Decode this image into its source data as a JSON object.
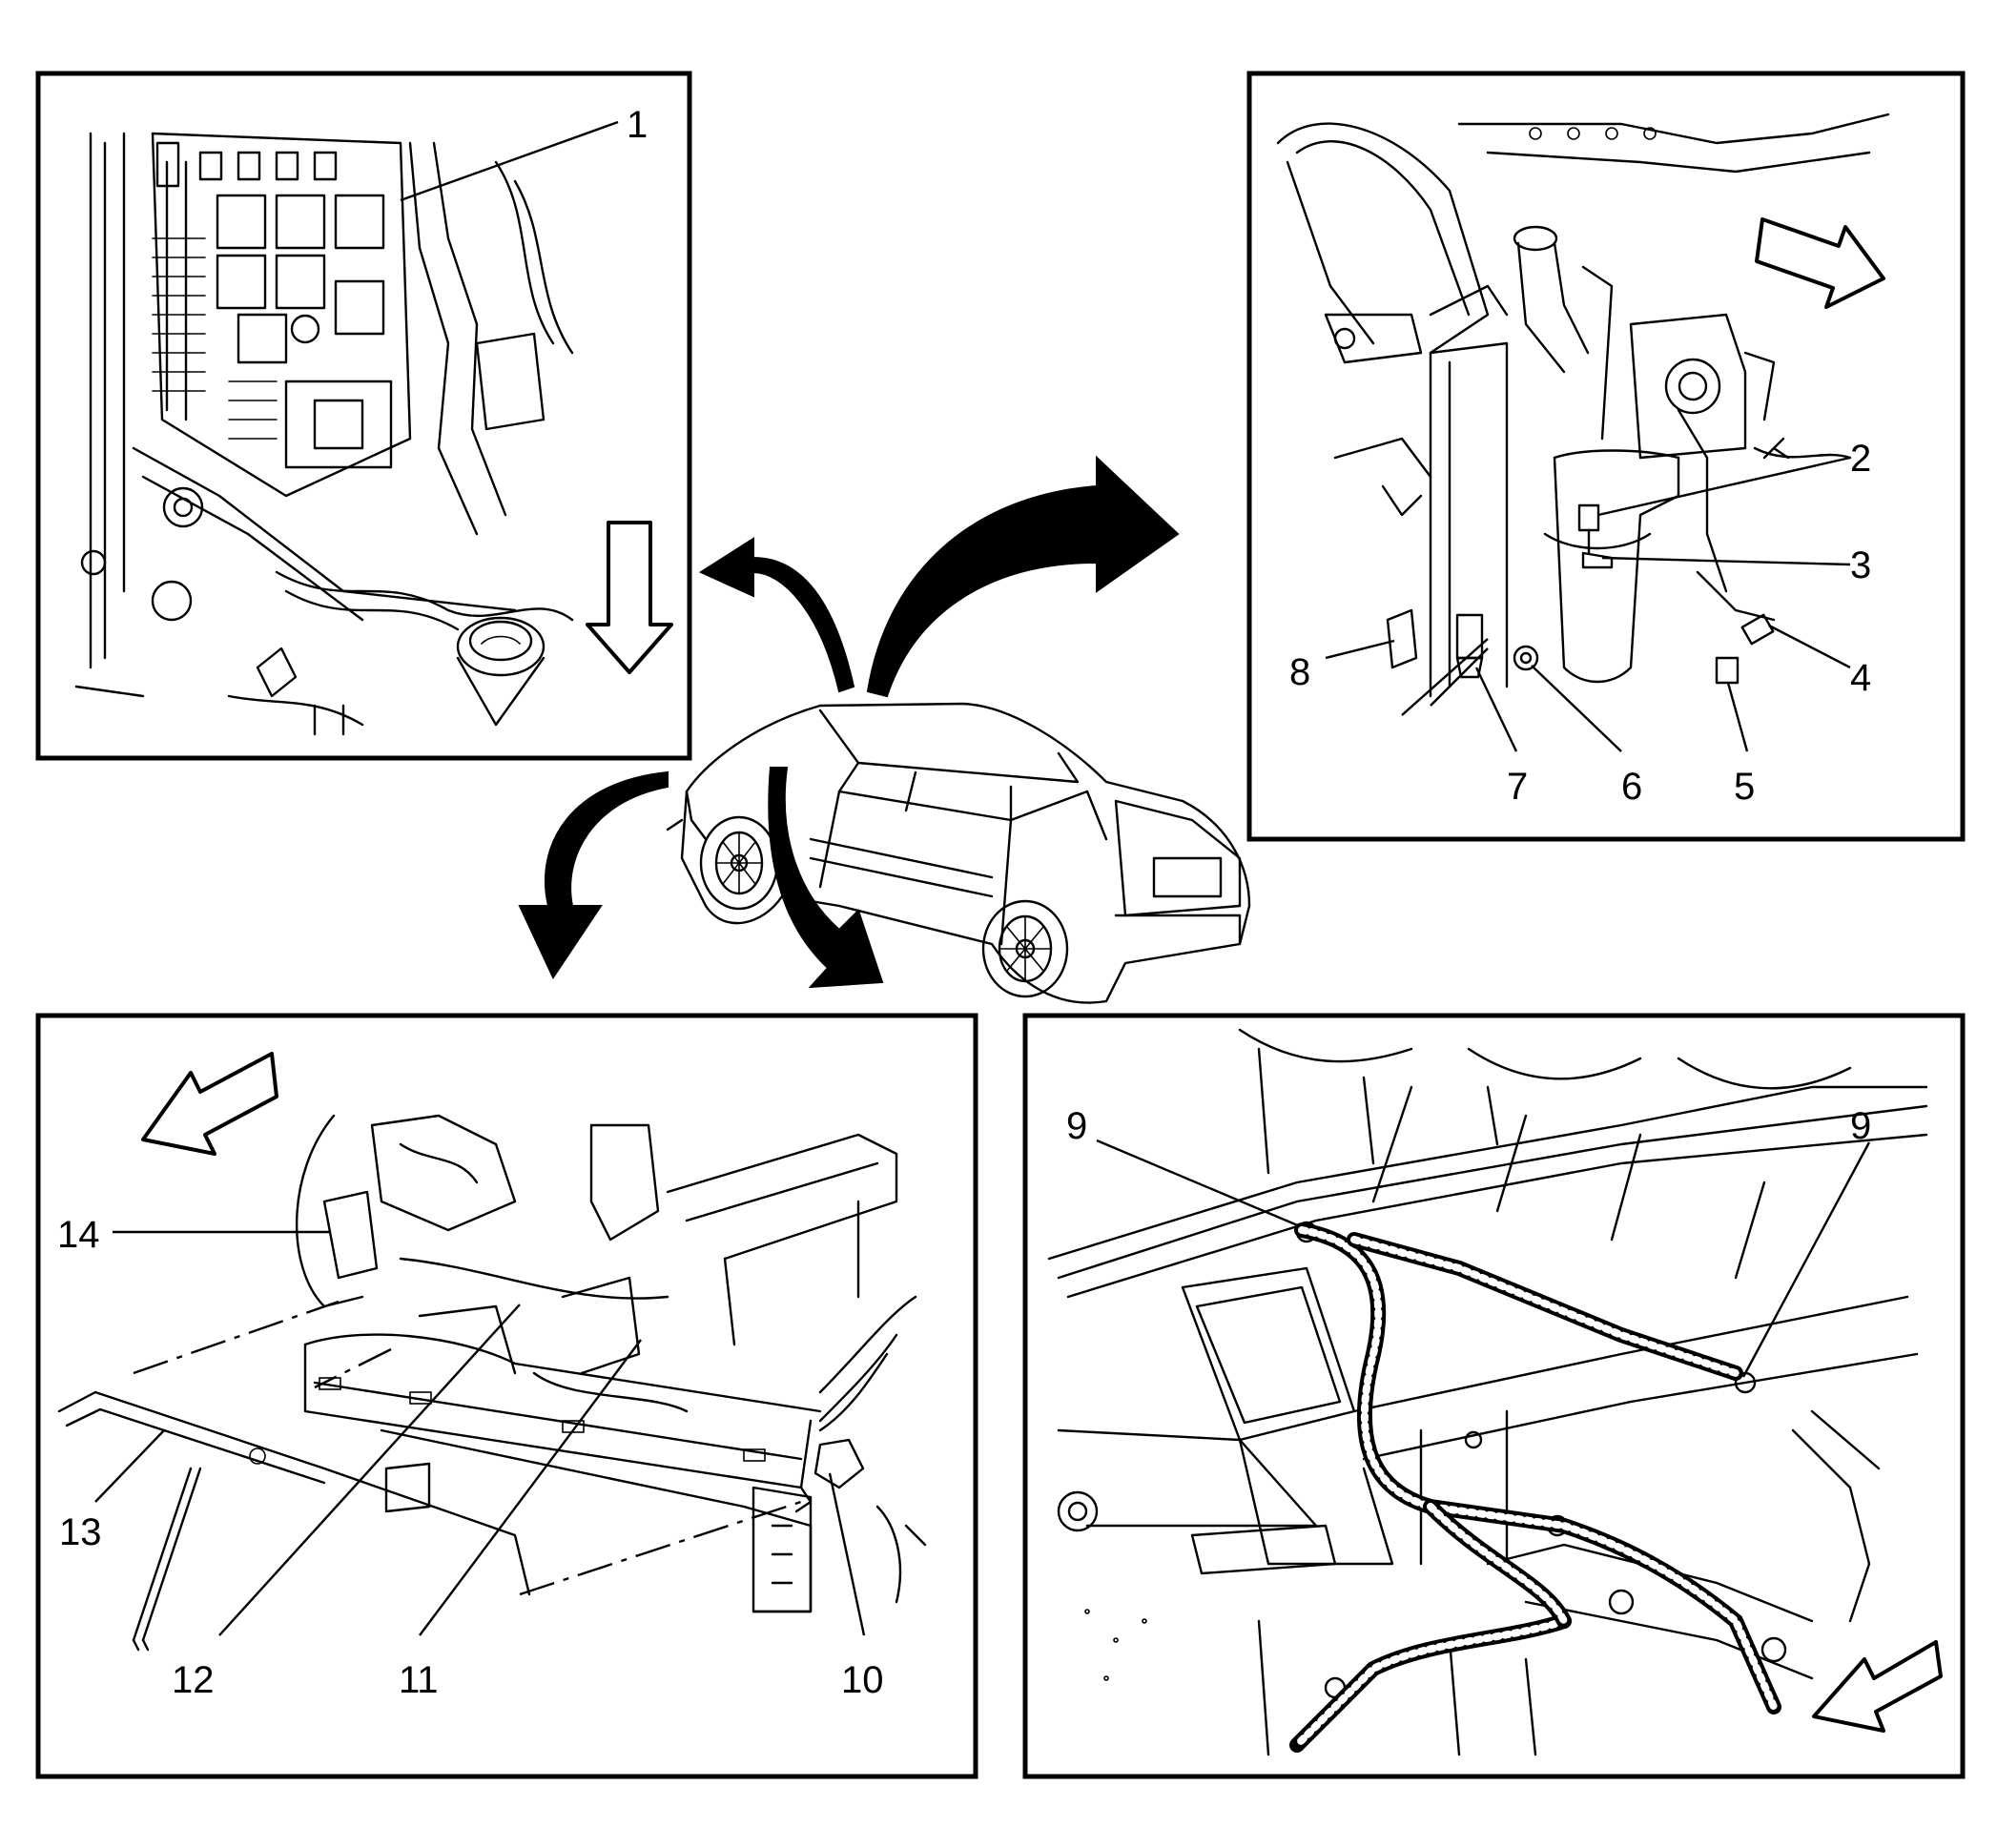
{
  "diagram": {
    "panels": [
      {
        "id": "top-left",
        "callouts": [
          "1"
        ]
      },
      {
        "id": "top-right",
        "callouts": [
          "2",
          "3",
          "4",
          "5",
          "6",
          "7",
          "8"
        ]
      },
      {
        "id": "bottom-left",
        "callouts": [
          "14",
          "13",
          "12",
          "11",
          "10"
        ]
      },
      {
        "id": "bottom-right",
        "callouts": [
          "9",
          "9"
        ]
      }
    ],
    "callouts": {
      "c1": "1",
      "c2": "2",
      "c3": "3",
      "c4": "4",
      "c5": "5",
      "c6": "6",
      "c7": "7",
      "c8": "8",
      "c9a": "9",
      "c9b": "9",
      "c10": "10",
      "c11": "11",
      "c12": "12",
      "c13": "13",
      "c14": "14"
    },
    "colors": {
      "line": "#000000",
      "background": "#ffffff"
    }
  }
}
